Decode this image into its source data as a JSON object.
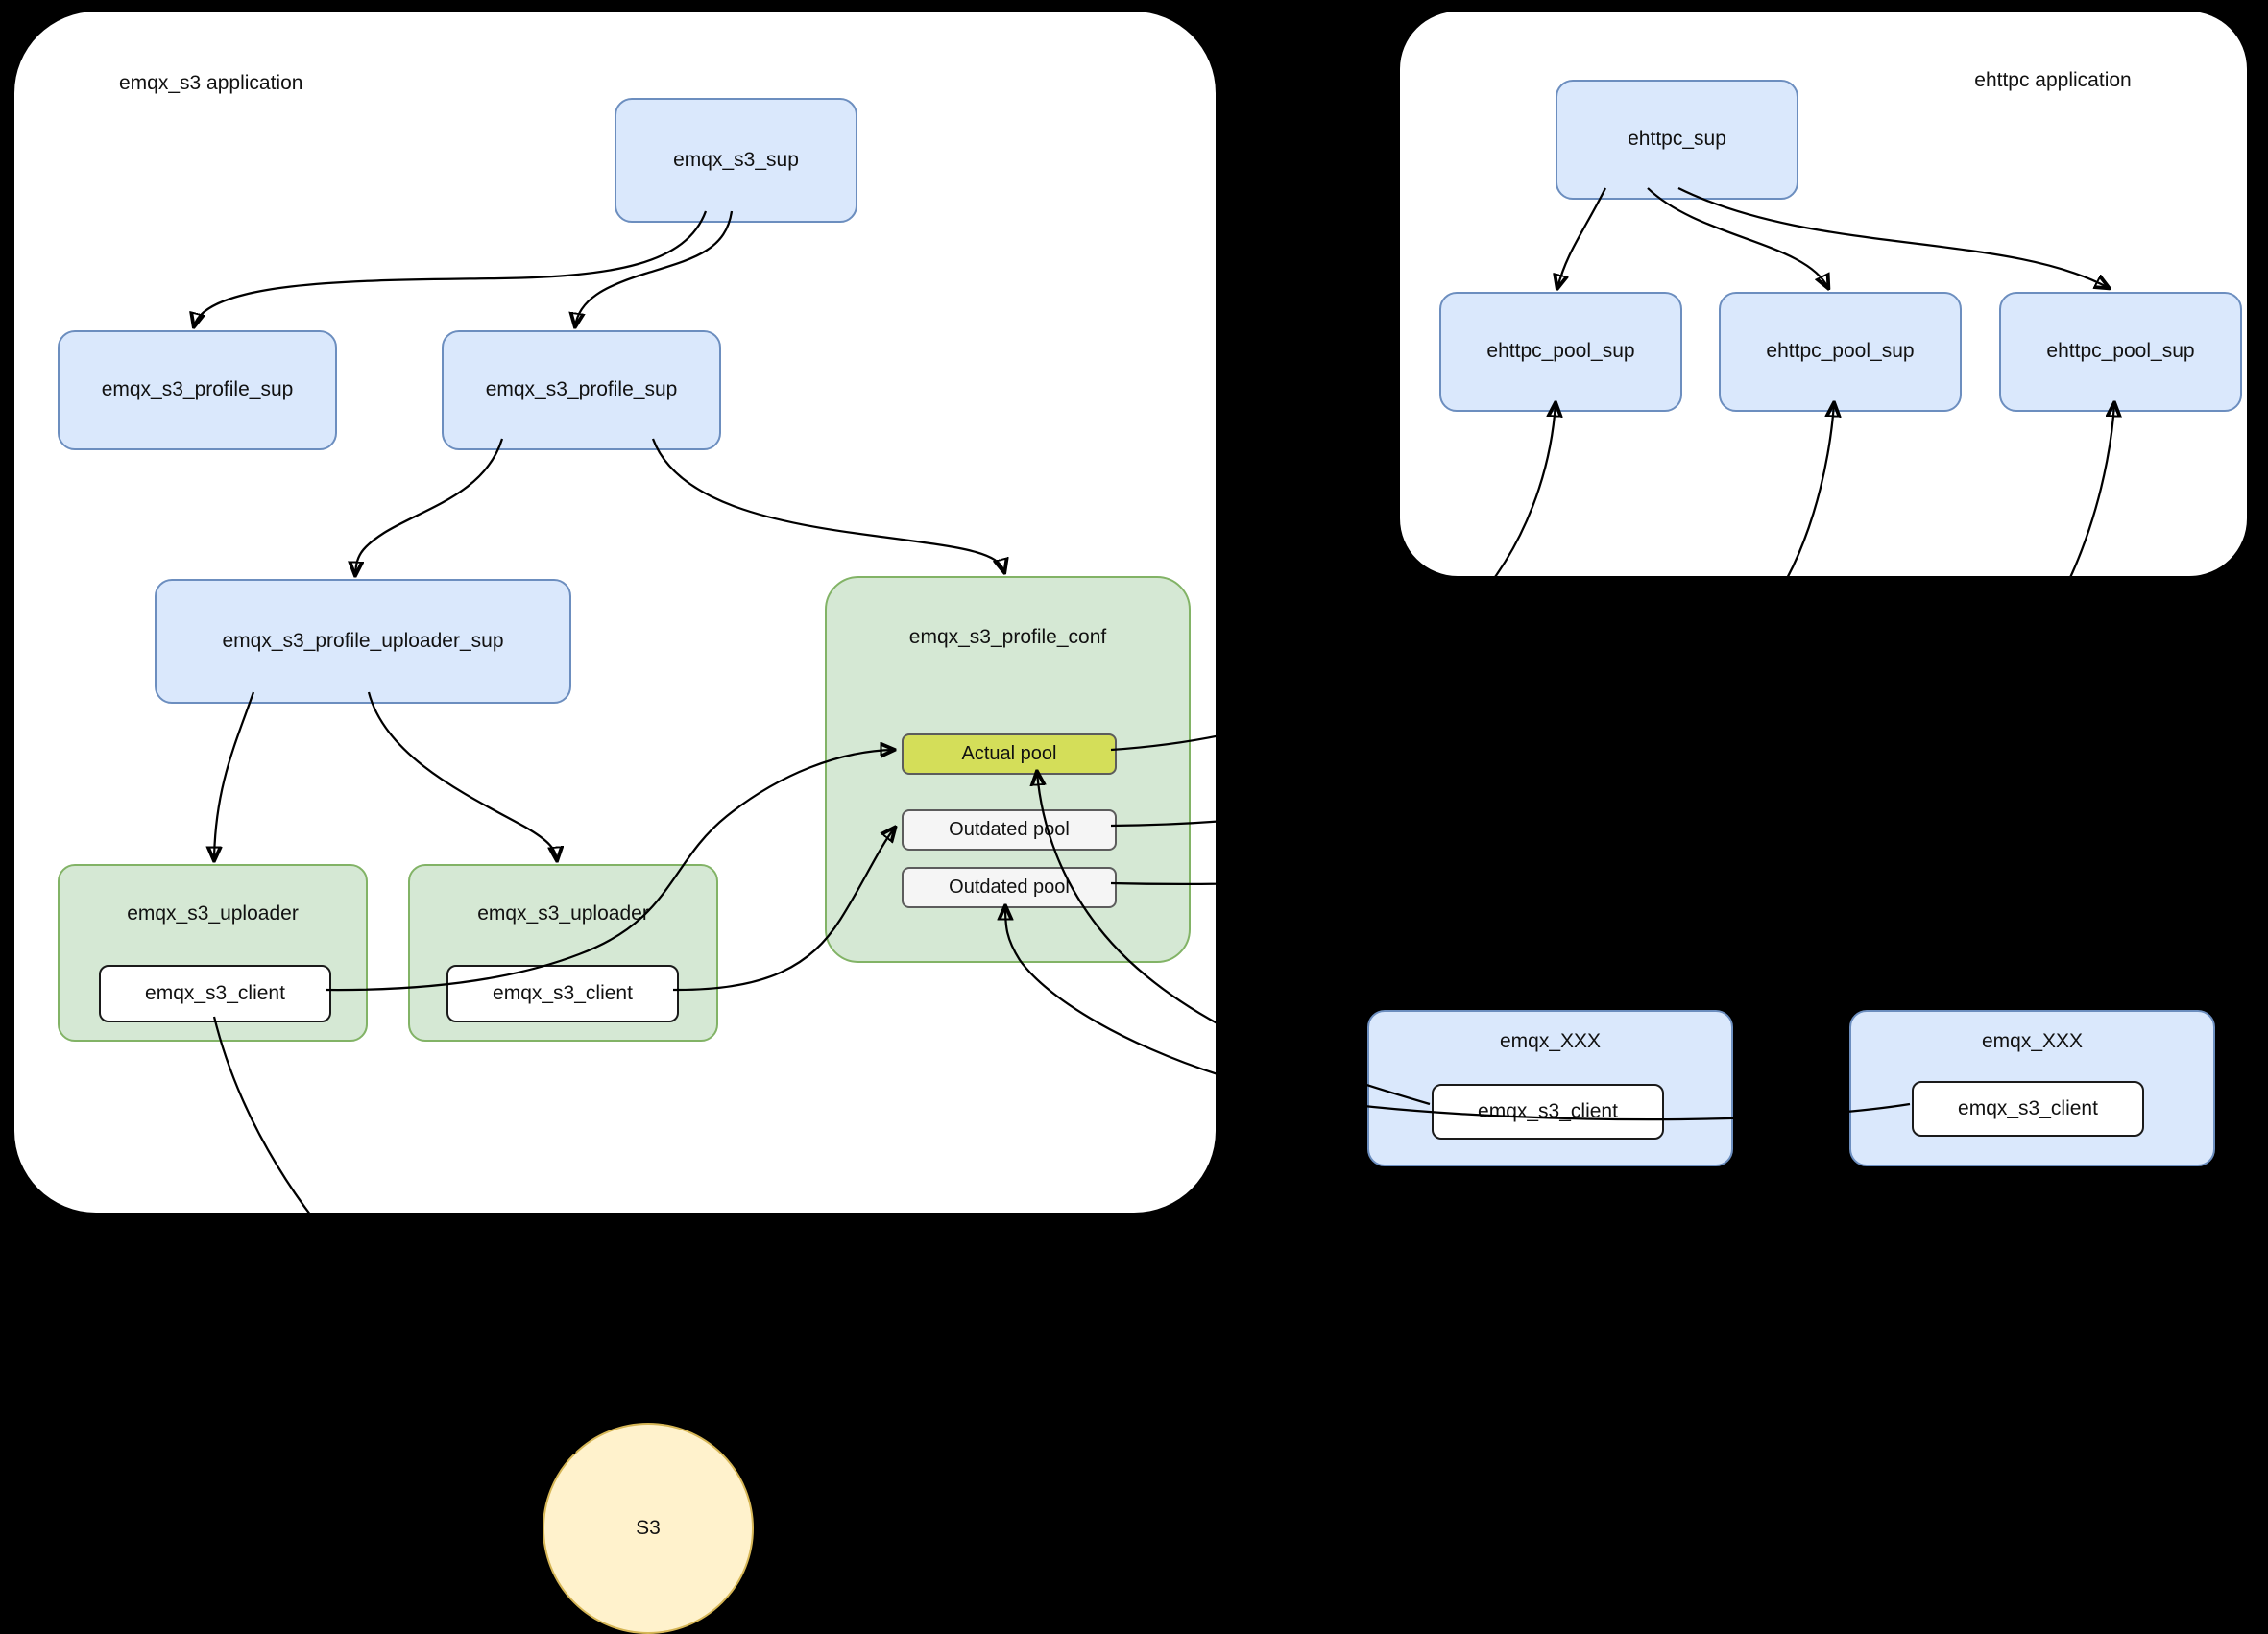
{
  "colors": {
    "panel": "#ffffff",
    "blue_fill": "#dae8fc",
    "blue_stroke": "#6c8ebf",
    "green_fill": "#d5e8d4",
    "green_stroke": "#82b366",
    "actual_fill": "#d4de59",
    "outdated_fill": "#f5f5f5",
    "pool_stroke": "#5c5c5c",
    "s3_fill": "#fff2cc",
    "s3_stroke": "#d6b656",
    "line": "#000000"
  },
  "emqx_s3_app": {
    "title": "emqx_s3 application",
    "sup_label": "emqx_s3_sup",
    "profile_sups": [
      {
        "label": "emqx_s3_profile_sup"
      },
      {
        "label": "emqx_s3_profile_sup"
      }
    ],
    "uploader_sup_label": "emqx_s3_profile_uploader_sup",
    "profile_conf": {
      "title": "emqx_s3_profile_conf",
      "pools": [
        {
          "label": "Actual pool",
          "state": "actual"
        },
        {
          "label": "Outdated pool",
          "state": "outdated"
        },
        {
          "label": "Outdated pool",
          "state": "outdated"
        }
      ]
    },
    "uploaders": [
      {
        "label": "emqx_s3_uploader",
        "client_label": "emqx_s3_client"
      },
      {
        "label": "emqx_s3_uploader",
        "client_label": "emqx_s3_client"
      }
    ]
  },
  "ehttpc_app": {
    "title": "ehttpc application",
    "sup_label": "ehttpc_sup",
    "pool_sups": [
      {
        "label": "ehttpc_pool_sup"
      },
      {
        "label": "ehttpc_pool_sup"
      },
      {
        "label": "ehttpc_pool_sup"
      }
    ]
  },
  "client_boxes": [
    {
      "label": "emqx_XXX",
      "client_label": "emqx_s3_client"
    },
    {
      "label": "emqx_XXX",
      "client_label": "emqx_s3_client"
    }
  ],
  "s3": {
    "label": "S3"
  }
}
